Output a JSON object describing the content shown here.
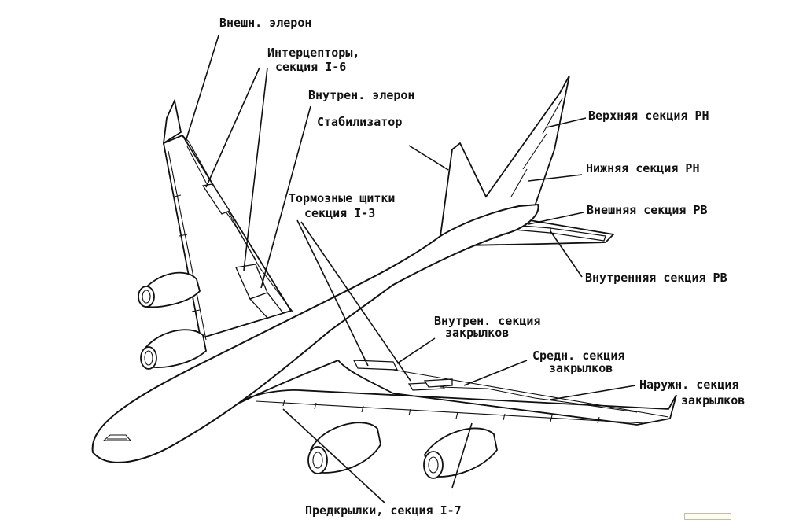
{
  "labels": {
    "outer_aileron": "Внешн. элерон",
    "spoilers_line1": "Интерцепторы,",
    "spoilers_line2": "секция I-6",
    "inner_aileron": "Внутрен. элерон",
    "stabilizer": "Стабилизатор",
    "upper_rudder": "Верхняя секция РН",
    "lower_rudder": "Нижняя секция РН",
    "outer_elevator": "Внешняя секция РВ",
    "inner_elevator": "Внутренняя секция РВ",
    "airbrakes_line1": "Тормозные щитки",
    "airbrakes_line2": "секция I-3",
    "inner_flap_line1": "Внутрен. секция",
    "inner_flap_line2": "закрылков",
    "mid_flap_line1": "Средн. секция",
    "mid_flap_line2": "закрылков",
    "outer_flap_line1": "Наружн. секция",
    "outer_flap_line2": "закрылков",
    "slats": "Предкрылки, секция I-7"
  }
}
